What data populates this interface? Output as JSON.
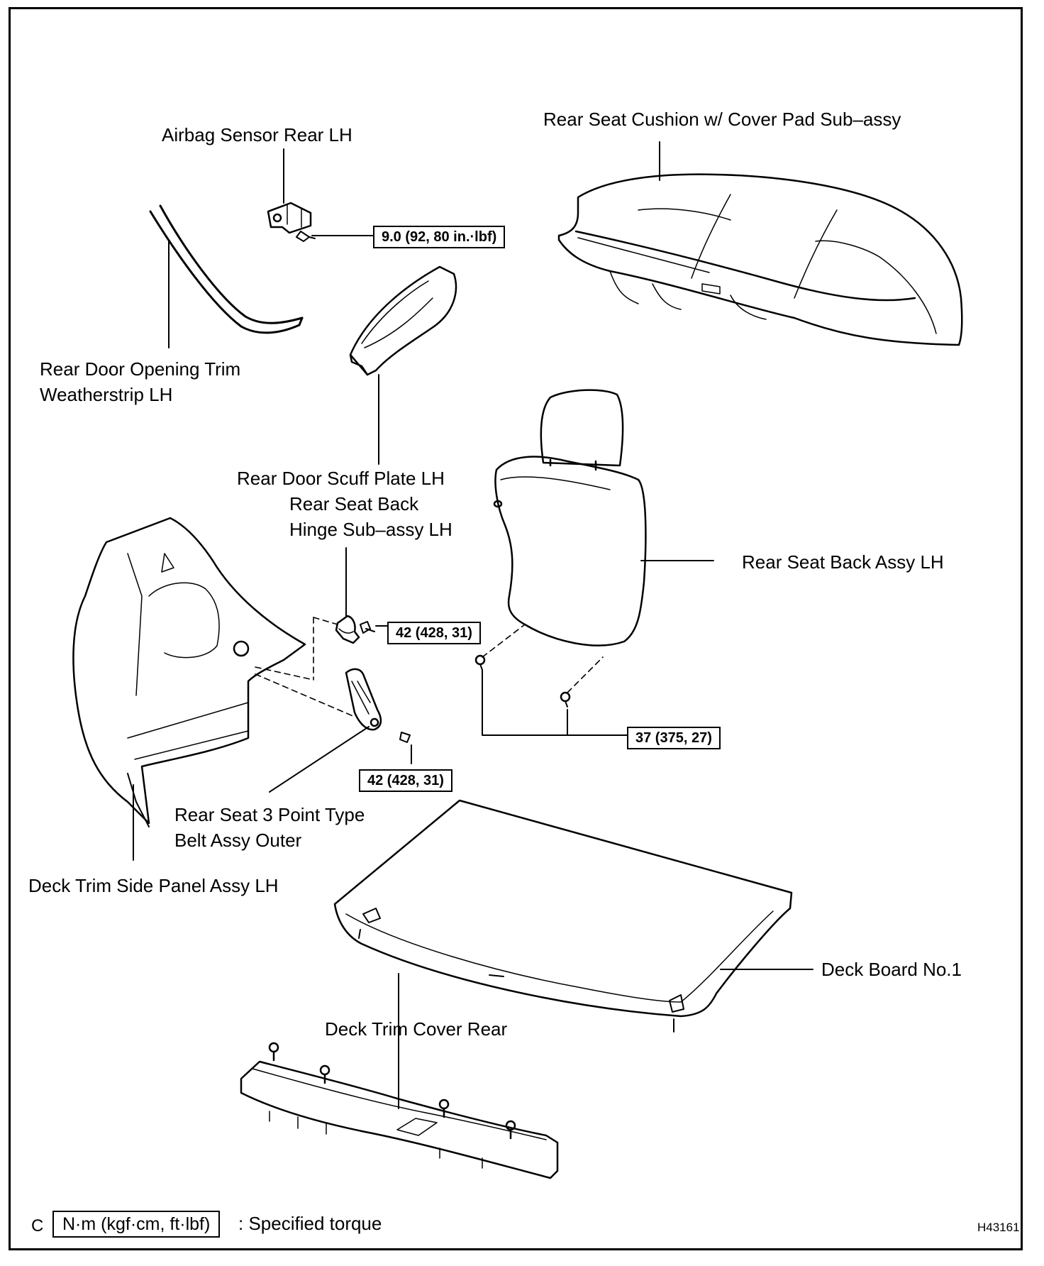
{
  "labels": {
    "airbag_sensor": "Airbag Sensor Rear LH",
    "seat_cushion": "Rear Seat Cushion w/ Cover Pad Sub–assy",
    "door_trim_line1": "Rear Door Opening Trim",
    "door_trim_line2": "Weatherstrip LH",
    "scuff_plate": "Rear Door Scuff Plate LH",
    "hinge_line1": "Rear Seat Back",
    "hinge_line2": "Hinge Sub–assy LH",
    "seat_back": "Rear Seat Back Assy LH",
    "belt_line1": "Rear Seat 3 Point Type",
    "belt_line2": "Belt Assy Outer",
    "side_panel": "Deck Trim Side Panel Assy LH",
    "deck_board": "Deck Board No.1",
    "deck_cover": "Deck Trim Cover Rear"
  },
  "torques": {
    "sensor": "9.0 (92, 80 in.·lbf)",
    "hinge": "42 (428, 31)",
    "belt": "42 (428, 31)",
    "seat_back": "37 (375, 27)"
  },
  "legend": {
    "section_letter": "C",
    "unit": "N·m (kgf·cm, ft·lbf)",
    "text": ": Specified torque"
  },
  "figure_code": "H43161"
}
